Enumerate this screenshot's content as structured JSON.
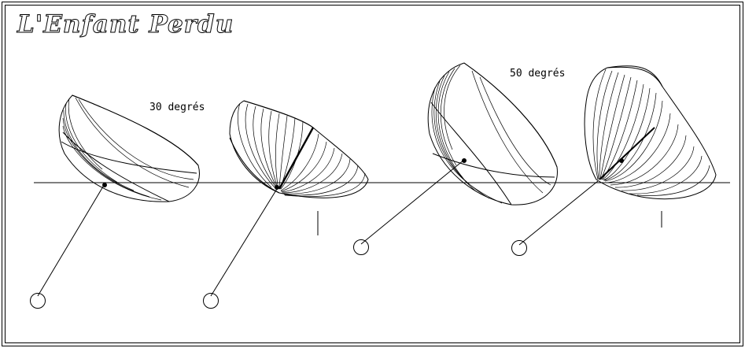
{
  "title": "L'Enfant Perdu",
  "labels": {
    "angle_30": "30 degrés",
    "angle_50": "50 degrés"
  },
  "colors": {
    "ink": "#000000",
    "background": "#ffffff"
  }
}
